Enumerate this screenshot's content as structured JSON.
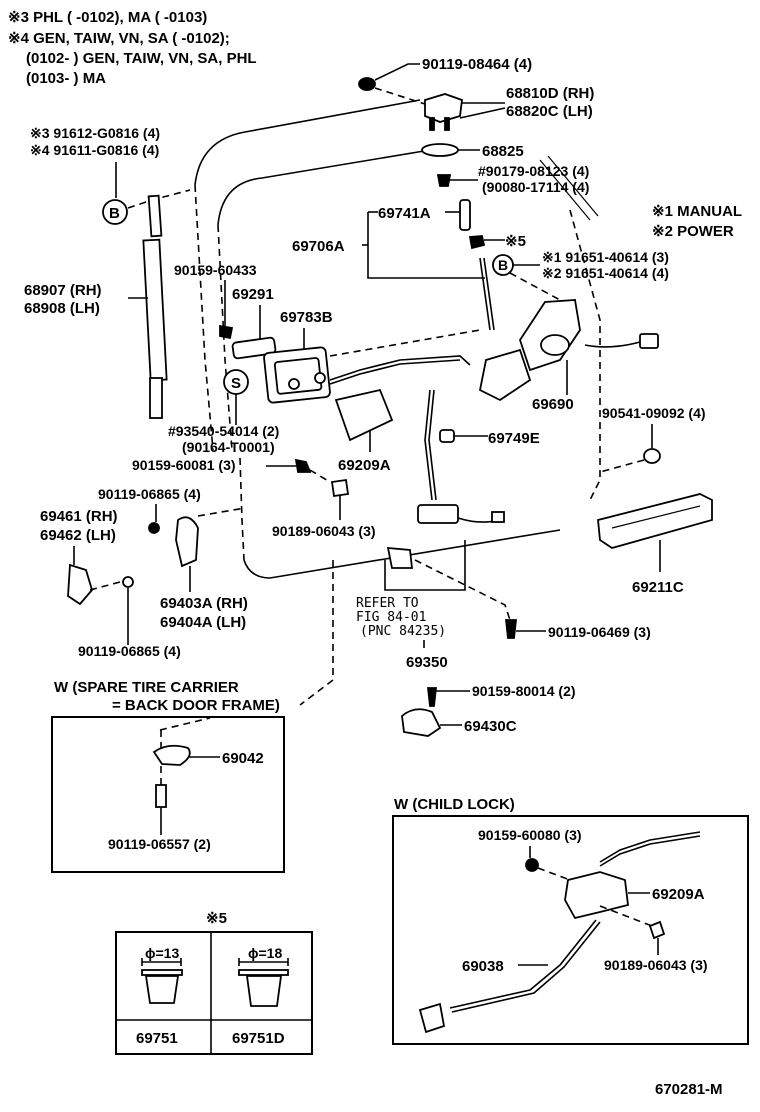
{
  "notes": {
    "line1": "※3 PHL (      -0102), MA (      -0103)",
    "line2": "※4 GEN, TAIW, VN, SA (      -0102);",
    "line3": "(0102-      ) GEN, TAIW, VN, SA, PHL",
    "line4": "(0103-      ) MA"
  },
  "legend": {
    "manual": "※1 MANUAL",
    "power": "※2 POWER"
  },
  "callouts": {
    "b_symbol": "B",
    "s_symbol": "S"
  },
  "parts": {
    "p90119_08464": "90119-08464 (4)",
    "p68810d": "68810D (RH)",
    "p68820c": "68820C (LH)",
    "p68825": "68825",
    "p90179_08123": "#90179-08123 (4)",
    "p90080_17114": "(90080-17114 (4)",
    "p91612": "※3  91612-G0816 (4)",
    "p91611": "※4  91611-G0816 (4)",
    "p69741a": "69741A",
    "p69706a": "69706A",
    "p_mark5": "※5",
    "p91651_3": "※1 91651-40614 (3)",
    "p91651_4": "※2 91651-40614 (4)",
    "p90159_60433": "90159-60433",
    "p69291": "69291",
    "p68907": "68907 (RH)",
    "p68908": "68908 (LH)",
    "p69783b": "69783B",
    "p69690": "69690",
    "p90541": "90541-09092 (4)",
    "p69749e": "69749E",
    "p93540": "#93540-54014 (2)",
    "p90164": "(90164-T0001)",
    "p90159_60081": "90159-60081 (3)",
    "p69209a": "69209A",
    "p90119_06865_a": "90119-06865 (4)",
    "p69461": "69461 (RH)",
    "p69462": "69462 (LH)",
    "p90189_06043": "90189-06043 (3)",
    "p69211c": "69211C",
    "p69403a": "69403A (RH)",
    "p69404a": "69404A (LH)",
    "p90119_06865_b": "90119-06865 (4)",
    "refer1": "REFER TO",
    "refer2": "FIG 84-01",
    "refer3": "(PNC 84235)",
    "p69350": "69350",
    "p90119_06469": "90119-06469 (3)",
    "p90159_80014": "90159-80014 (2)",
    "p69430c": "69430C"
  },
  "spare_tire_inset": {
    "title1": "W (SPARE TIRE CARRIER",
    "title2": "= BACK DOOR FRAME)",
    "p69042": "69042",
    "p90119_06557": "90119-06557 (2)"
  },
  "child_lock_inset": {
    "title": "W (CHILD LOCK)",
    "p90159_60080": "90159-60080 (3)",
    "p69209a": "69209A",
    "p69038": "69038",
    "p90189_06043": "90189-06043 (3)"
  },
  "clip_table": {
    "title": "※5",
    "columns": [
      {
        "diameter": "ϕ=13",
        "part": "69751"
      },
      {
        "diameter": "ϕ=18",
        "part": "69751D"
      }
    ]
  },
  "figure_id": "670281-M"
}
